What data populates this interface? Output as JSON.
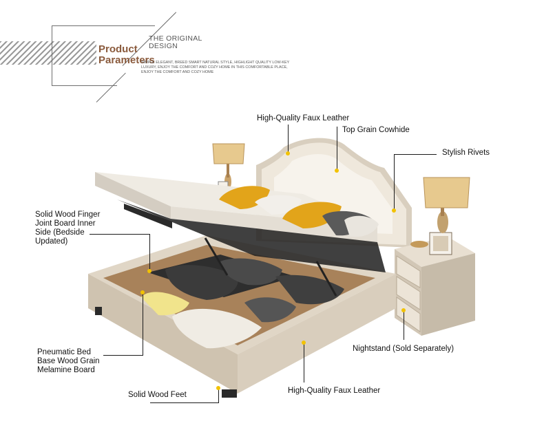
{
  "header": {
    "title_line1": "Product",
    "title_line2": "Parameters",
    "design_line1": "THE ORIGINAL",
    "design_line2": "DESIGN",
    "description_lines": [
      "SIMPLE ELEGANT, BREED SMART NATURAL STYLE, HIGHLIGHT QUALITY LOW-KEY",
      "LUXURY, ENJOY THE COMFORT AND COZY HOME IN THIS COMFORTABLE PLACE,",
      "ENJOY THE COMFORT AND COZY HOME"
    ]
  },
  "labels": {
    "faux_leather_top": "High-Quality Faux Leather",
    "cowhide": "Top Grain Cowhide",
    "rivets": "Stylish Rivets",
    "finger_joint": "Solid Wood Finger Joint Board Inner Side (Bedside Updated)",
    "pneumatic": "Pneumatic Bed Base Wood Grain Melamine Board",
    "nightstand": "Nightstand (Sold Separately)",
    "faux_leather_bottom": "High-Quality Faux Leather",
    "feet": "Solid Wood Feet"
  },
  "colors": {
    "accent_dot": "#f2c200",
    "title_brown": "#8a5a3c",
    "leather": "#e6dccc",
    "pillow_yellow": "#e2a41a"
  }
}
